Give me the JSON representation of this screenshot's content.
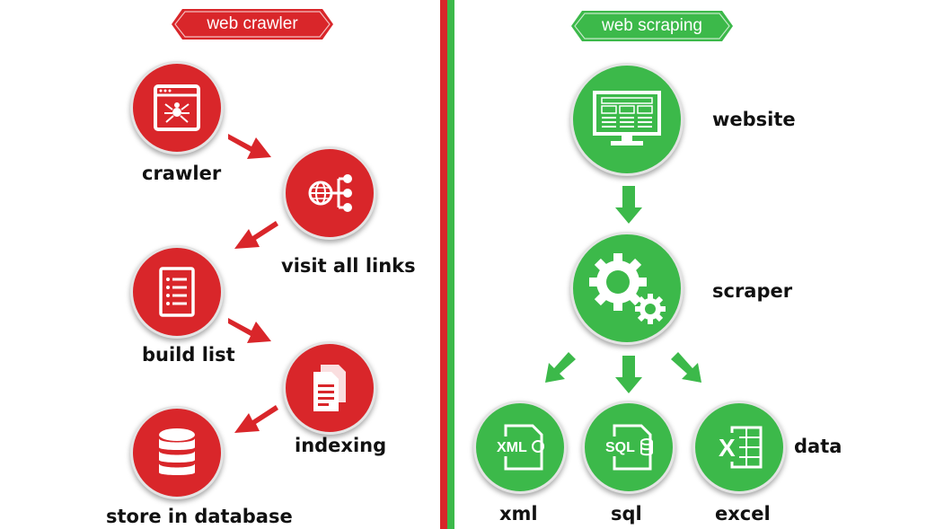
{
  "crawler_section": {
    "banner": "web crawler",
    "steps": [
      {
        "label": "crawler",
        "icon": "browser-spider-icon"
      },
      {
        "label": "visit all links",
        "icon": "globe-network-icon"
      },
      {
        "label": "build list",
        "icon": "list-document-icon"
      },
      {
        "label": "indexing",
        "icon": "documents-icon"
      },
      {
        "label": "store in database",
        "icon": "database-icon"
      }
    ]
  },
  "scraping_section": {
    "banner": "web scraping",
    "steps": [
      {
        "label": "website",
        "icon": "monitor-website-icon"
      },
      {
        "label": "scraper",
        "icon": "gears-icon"
      }
    ],
    "outputs_label": "data",
    "outputs": [
      {
        "label": "xml",
        "icon_text": "XML"
      },
      {
        "label": "sql",
        "icon_text": "SQL"
      },
      {
        "label": "excel",
        "icon_text": "X"
      }
    ]
  },
  "colors": {
    "crawler": "#d9262a",
    "scraping": "#3cb94a"
  }
}
